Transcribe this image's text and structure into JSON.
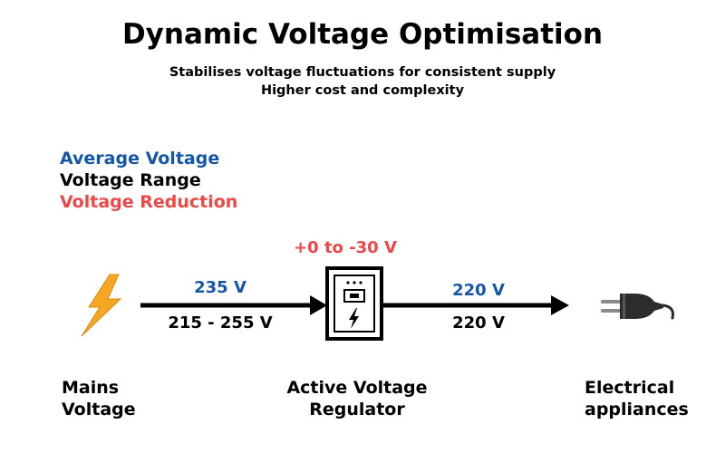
{
  "title": "Dynamic Voltage Optimisation",
  "subtitle_lines": [
    "Stabilises voltage fluctuations for consistent supply",
    "Higher cost and complexity"
  ],
  "legend": {
    "average": "Average Voltage",
    "range": "Voltage Range",
    "reduction": "Voltage Reduction"
  },
  "reduction_value": "+0 to -30 V",
  "input": {
    "average": "235 V",
    "range": "215 - 255 V"
  },
  "output": {
    "average": "220 V",
    "range": "220 V"
  },
  "nodes": {
    "mains": [
      "Mains",
      "Voltage"
    ],
    "regulator": [
      "Active Voltage",
      "Regulator"
    ],
    "appliances": [
      "Electrical",
      "appliances"
    ]
  },
  "colors": {
    "average": "#1556a6",
    "reduction": "#ec4848",
    "lightning": "#f5a623"
  },
  "icons": {
    "mains": "lightning-bolt-icon",
    "regulator": "voltage-regulator-icon",
    "appliances": "electric-plug-icon"
  }
}
